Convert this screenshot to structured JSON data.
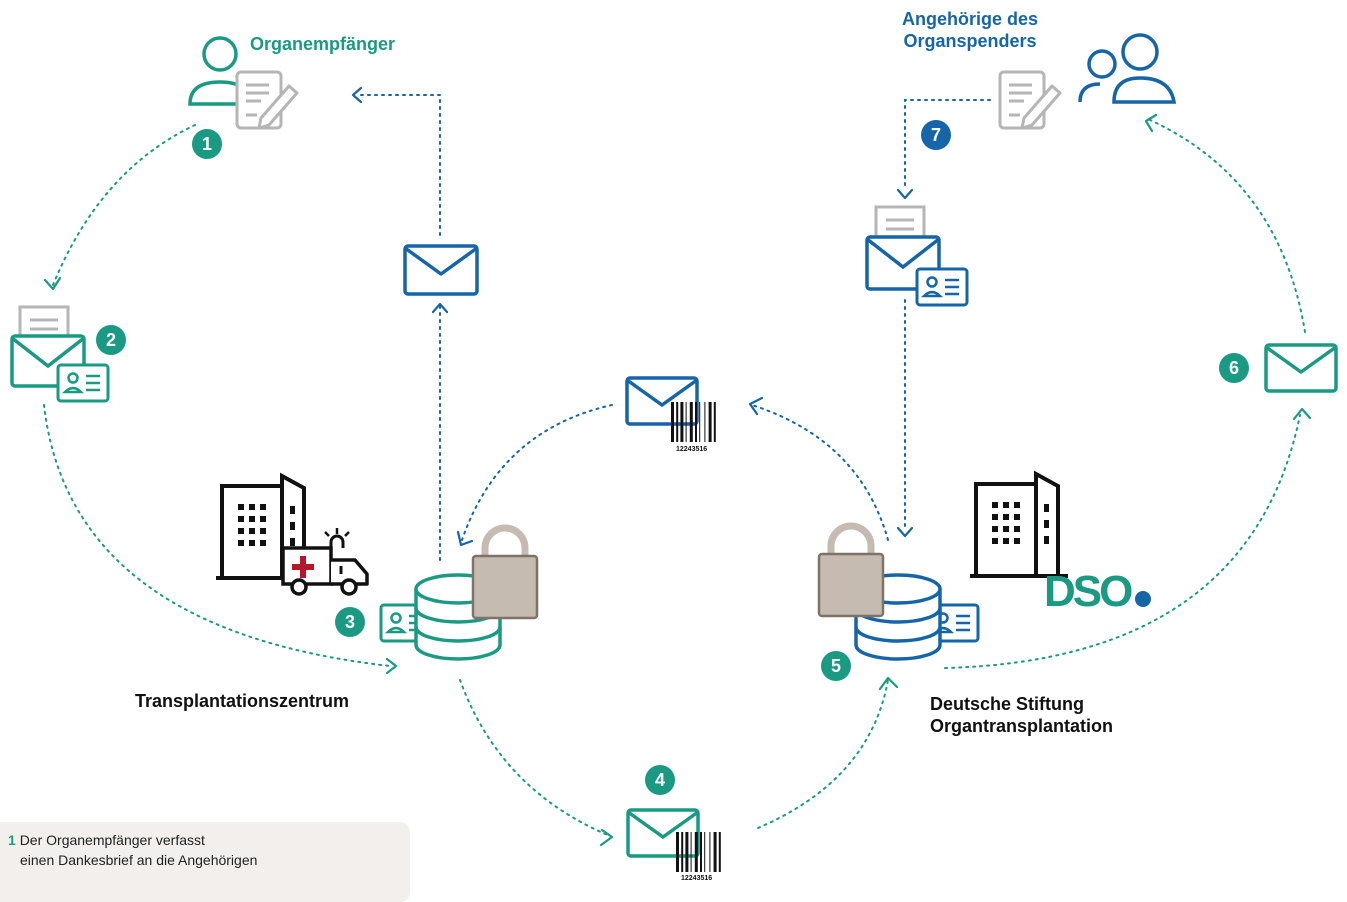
{
  "labels": {
    "recipient": "Organempfänger",
    "relatives_line1": "Angehörige des",
    "relatives_line2": "Organspenders",
    "transplant_center": "Transplantationszentrum",
    "dso_line1": "Deutsche Stiftung",
    "dso_line2": "Organtransplantation",
    "dso_logo": "DSO",
    "barcode_number": "12243516"
  },
  "steps": [
    "1",
    "2",
    "3",
    "4",
    "5",
    "6",
    "7"
  ],
  "note": {
    "step": "1",
    "line1": "Der Organempfänger verfasst",
    "line2": "einen Dankesbrief an die Angehörigen"
  },
  "colors": {
    "green": "#1a9a82",
    "blue": "#1565a8",
    "gray": "#b5b5b5",
    "lock": "#c5bbb0",
    "black": "#111111",
    "red": "#b3182b"
  },
  "icons": [
    "person-icon",
    "group-icon",
    "document-pen-icon",
    "envelope-letter-id-icon",
    "envelope-icon",
    "envelope-barcode-icon",
    "database-lock-icon",
    "hospital-building-icon",
    "ambulance-icon",
    "dso-building-icon"
  ]
}
